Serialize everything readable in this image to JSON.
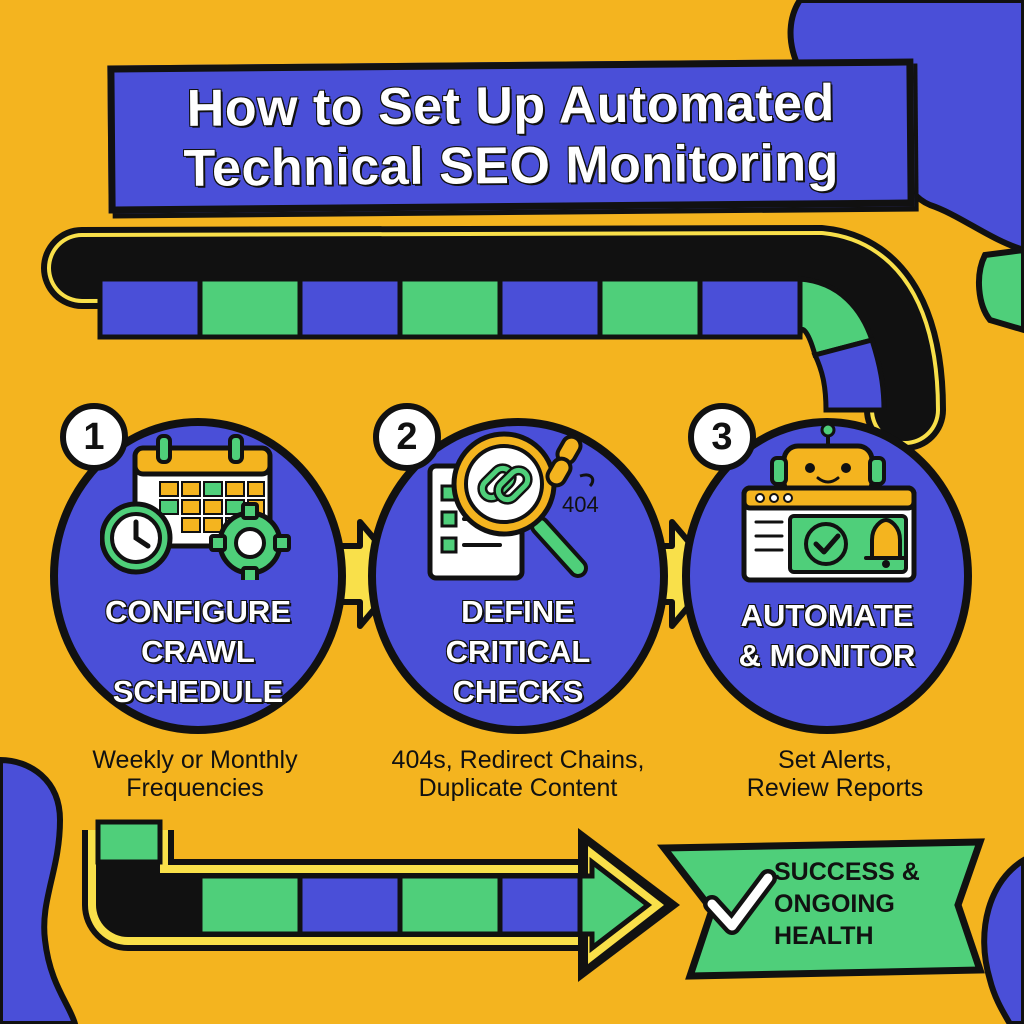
{
  "title": {
    "line1": "How to Set Up Automated",
    "line2": "Technical SEO Monitoring"
  },
  "steps": [
    {
      "number": "1",
      "label_lines": [
        "CONFIGURE",
        "CRAWL",
        "SCHEDULE"
      ],
      "caption_lines": [
        "Weekly or Monthly",
        "Frequencies"
      ],
      "icons": [
        "calendar-icon",
        "clock-icon",
        "gear-icon"
      ]
    },
    {
      "number": "2",
      "label_lines": [
        "DEFINE",
        "CRITICAL",
        "CHECKS"
      ],
      "caption_lines": [
        "404s, Redirect Chains,",
        "Duplicate Content"
      ],
      "icons": [
        "checklist-icon",
        "magnifier-link-icon",
        "broken-chain-icon"
      ],
      "icon_text": "404"
    },
    {
      "number": "3",
      "label_lines": [
        "AUTOMATE",
        "& MONITOR"
      ],
      "caption_lines": [
        "Set Alerts,",
        "Review Reports"
      ],
      "icons": [
        "robot-icon",
        "browser-window-icon",
        "checkmark-icon",
        "bell-icon"
      ]
    }
  ],
  "success": {
    "lines": [
      "SUCCESS &",
      "ONGOING",
      "HEALTH"
    ],
    "icon": "checkmark-icon"
  },
  "colors": {
    "background": "#f4b41f",
    "blue": "#4a4fd8",
    "green": "#4fcf7a",
    "yellow": "#f9e04a",
    "ink": "#111111"
  }
}
